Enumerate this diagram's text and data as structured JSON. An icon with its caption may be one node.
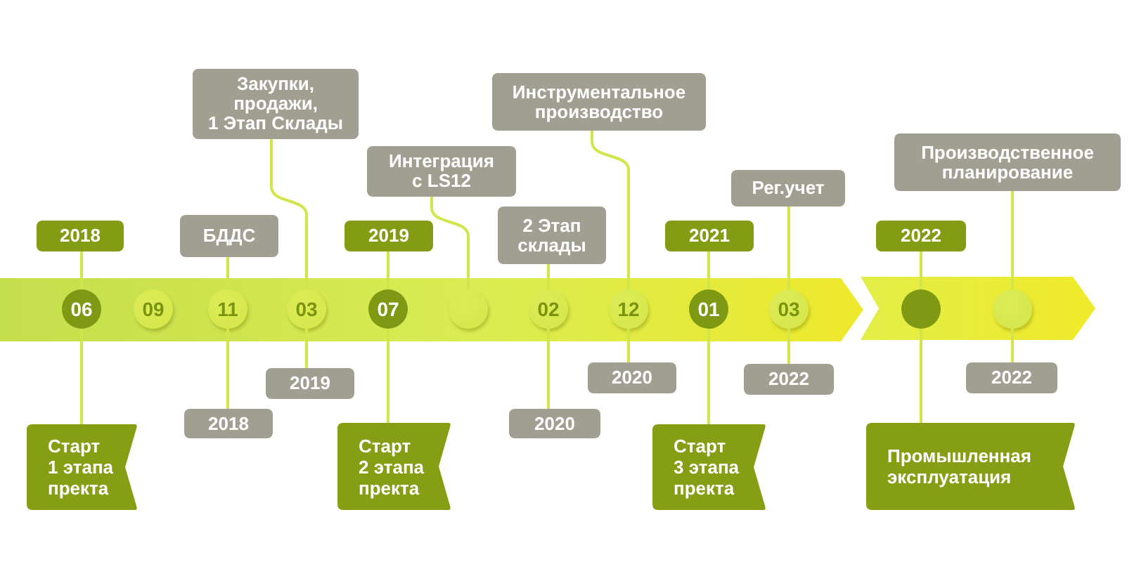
{
  "diagram": {
    "nodes": [
      {
        "text": [],
        "shape": "bar"
      },
      {
        "text": [
          "06"
        ],
        "in": 0
      },
      {
        "text": [
          "09"
        ],
        "in": 0
      },
      {
        "text": [
          "11"
        ],
        "in": 0
      },
      {
        "text": [
          "03"
        ],
        "in": 0
      },
      {
        "text": [
          "07"
        ],
        "in": 0
      },
      {
        "text": [],
        "shape": "circle",
        "in": 0
      },
      {
        "text": [
          "02"
        ],
        "in": 0
      },
      {
        "text": [
          "12"
        ],
        "in": 0
      },
      {
        "text": [
          "01"
        ],
        "in": 0
      },
      {
        "text": [
          "03"
        ],
        "in": 0
      },
      {
        "text": [],
        "shape": "bar"
      },
      {
        "text": [],
        "shape": "circle",
        "in": 11
      },
      {
        "text": [],
        "shape": "circle",
        "in": 11
      },
      {
        "text": [
          "2018"
        ]
      },
      {
        "text": [
          "БДДС"
        ]
      },
      {
        "text": [
          "Закупки, продажи, 1 Этап Склады"
        ]
      },
      {
        "text": [
          "2019"
        ]
      },
      {
        "text": [
          "Интеграция с LS12"
        ]
      },
      {
        "text": [
          "2 Этап склады"
        ]
      },
      {
        "text": [
          "Инструментальное производство"
        ]
      },
      {
        "text": [
          "2021"
        ]
      },
      {
        "text": [
          "Рег.учет"
        ]
      },
      {
        "text": [
          "2022"
        ]
      },
      {
        "text": [
          "Производственное планирование"
        ]
      },
      {
        "text": [
          "Старт 1 этапа пректа"
        ]
      },
      {
        "text": [
          "2018"
        ]
      },
      {
        "text": [
          "2019"
        ]
      },
      {
        "text": [
          "Старт 2 этапа пректа"
        ]
      },
      {
        "text": [
          "2020"
        ]
      },
      {
        "text": [
          "2020"
        ]
      },
      {
        "text": [
          "Старт 3 этапа пректа"
        ]
      },
      {
        "text": [
          "2022"
        ]
      },
      {
        "text": [
          "Промышленная эксплуатация"
        ]
      },
      {
        "text": [
          "2022"
        ]
      }
    ],
    "edges": [
      {
        "from": 14,
        "to": 1,
        "arrow": "none"
      },
      {
        "from": 15,
        "to": 3,
        "arrow": "none"
      },
      {
        "from": 16,
        "to": 4,
        "arrow": "none"
      },
      {
        "from": 17,
        "to": 5,
        "arrow": "none"
      },
      {
        "from": 18,
        "to": 6,
        "arrow": "none"
      },
      {
        "from": 19,
        "to": 7,
        "arrow": "none"
      },
      {
        "from": 20,
        "to": 8,
        "arrow": "none"
      },
      {
        "from": 21,
        "to": 9,
        "arrow": "none"
      },
      {
        "from": 22,
        "to": 10,
        "arrow": "none"
      },
      {
        "from": 23,
        "to": 12,
        "arrow": "none"
      },
      {
        "from": 24,
        "to": 13,
        "arrow": "none"
      },
      {
        "from": 1,
        "to": 25,
        "arrow": "none"
      },
      {
        "from": 3,
        "to": 26,
        "arrow": "none"
      },
      {
        "from": 4,
        "to": 27,
        "arrow": "none"
      },
      {
        "from": 5,
        "to": 28,
        "arrow": "none"
      },
      {
        "from": 7,
        "to": 29,
        "arrow": "none"
      },
      {
        "from": 8,
        "to": 30,
        "arrow": "none"
      },
      {
        "from": 9,
        "to": 31,
        "arrow": "none"
      },
      {
        "from": 10,
        "to": 32,
        "arrow": "none"
      },
      {
        "from": 12,
        "to": 33,
        "arrow": "none"
      },
      {
        "from": 13,
        "to": 34,
        "arrow": "none"
      }
    ]
  }
}
